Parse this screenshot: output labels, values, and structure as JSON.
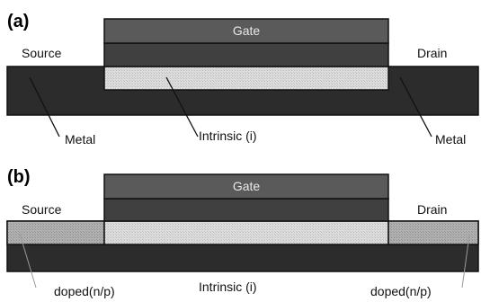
{
  "panels": [
    {
      "id": "a",
      "label": "(a)",
      "gate_label": "Gate",
      "source_label": "Source",
      "drain_label": "Drain",
      "callouts": {
        "left": "Metal",
        "center": "Intrinsic (i)",
        "right": "Metal"
      }
    },
    {
      "id": "b",
      "label": "(b)",
      "gate_label": "Gate",
      "source_label": "Source",
      "drain_label": "Drain",
      "callouts": {
        "left": "doped(n/p)",
        "center": "Intrinsic (i)",
        "right": "doped(n/p)"
      }
    }
  ],
  "colors": {
    "metal": "#2c2c2c",
    "gate_top": "#5a5a5a",
    "gate_oxide": "#404040",
    "intrinsic": "#d6d6d6",
    "doped": "#a9a9a9",
    "outline": "#111111"
  }
}
